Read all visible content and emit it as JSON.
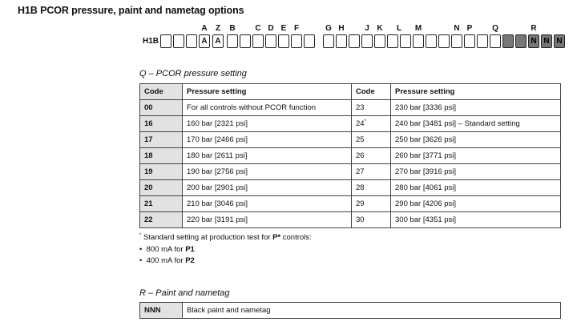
{
  "heading": "H1B PCOR pressure, paint and nametag options",
  "model_code": {
    "prefix": "H1B",
    "letters": [
      "A",
      "Z",
      "B",
      "C",
      "D",
      "E",
      "F",
      "G",
      "H",
      "J",
      "K",
      "L",
      "M",
      "N",
      "P",
      "Q",
      "R"
    ],
    "box_a1": "A",
    "box_a2": "A",
    "n1": "N",
    "n2": "N",
    "n3": "N"
  },
  "section_q": {
    "title": "Q – PCOR pressure setting",
    "headers": [
      "Code",
      "Pressure setting",
      "Code",
      "Pressure setting"
    ],
    "rows": [
      {
        "c1": "00",
        "p1": "For all controls without PCOR function",
        "c2": "23",
        "p2": "230 bar [3336 psi]"
      },
      {
        "c1": "16",
        "p1": "160 bar [2321 psi]",
        "c2": "24",
        "p2": "240 bar [3481 psi] – Standard setting"
      },
      {
        "c1": "17",
        "p1": "170 bar [2466 psi]",
        "c2": "25",
        "p2": "250 bar [3626 psi]"
      },
      {
        "c1": "18",
        "p1": "180 bar [2611 psi]",
        "c2": "26",
        "p2": "260 bar [3771 psi]"
      },
      {
        "c1": "19",
        "p1": "190 bar [2756 psi]",
        "c2": "27",
        "p2": "270 bar [3916 psi]"
      },
      {
        "c1": "20",
        "p1": "200 bar [2901 psi]",
        "c2": "28",
        "p2": "280 bar [4061 psi]"
      },
      {
        "c1": "21",
        "p1": "210 bar [3046 psi]",
        "c2": "29",
        "p2": "290 bar [4206 psi]"
      },
      {
        "c1": "22",
        "p1": "220 bar [3191 psi]",
        "c2": "30",
        "p2": "300 bar [4351 psi]"
      }
    ],
    "footnote_mark": "*",
    "footnote_text_a": "Standard setting at production test for ",
    "footnote_bold": "P*",
    "footnote_text_b": " controls:",
    "bullets": [
      {
        "text": "800 mA for ",
        "bold": "P1"
      },
      {
        "text": "400 mA for ",
        "bold": "P2"
      }
    ]
  },
  "section_r": {
    "title": "R – Paint and nametag",
    "rows": [
      {
        "code": "NNN",
        "desc": "Black paint and nametag"
      }
    ]
  }
}
